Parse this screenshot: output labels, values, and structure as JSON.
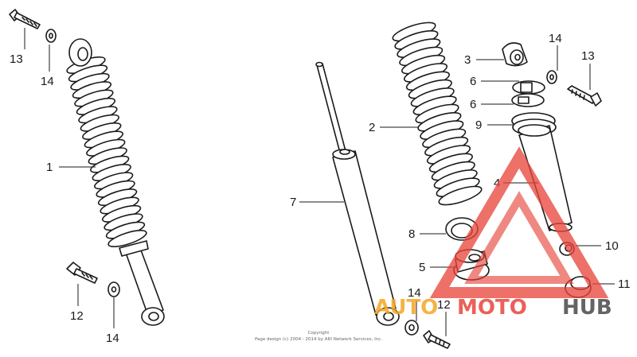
{
  "callouts": {
    "c1": "1",
    "c2": "2",
    "c3": "3",
    "c4": "4",
    "c5": "5",
    "c6a": "6",
    "c6b": "6",
    "c7": "7",
    "c8": "8",
    "c9": "9",
    "c10": "10",
    "c11": "11",
    "c12a": "12",
    "c12b": "12",
    "c13a": "13",
    "c13b": "13",
    "c14a": "14",
    "c14b": "14",
    "c14c": "14",
    "c14d": "14"
  },
  "copyright": {
    "line1": "Copyright",
    "line2": "Page design (c) 2004 - 2014 by ARI Network Services, Inc."
  },
  "watermark": {
    "part1": "AUTO",
    "part2": "MOTO",
    "part3": "HUB",
    "colors": {
      "auto": "#f5a623",
      "moto": "#e8453c",
      "hub": "#4a4a4a"
    }
  }
}
